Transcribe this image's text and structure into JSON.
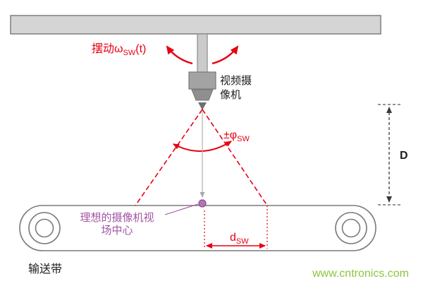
{
  "colors": {
    "accent_red": "#e60013",
    "purple": "#a355a3",
    "watermark_green": "#8cc63e",
    "beam_gray": "#d5d5d5",
    "camera_gray": "#9a9a9a",
    "outline_gray": "#7a7a7a"
  },
  "labels": {
    "swing": {
      "main": "摆动ω",
      "sub": "SW",
      "suffix": "(t)"
    },
    "camera": {
      "line1": "视频摄",
      "line2": "像机"
    },
    "fov_angle": {
      "main": "±φ",
      "sub": "SW"
    },
    "working_distance": "D",
    "ideal_center": {
      "line1": "理想的摄像机视",
      "line2": "场中心"
    },
    "scan_width": {
      "main": "d",
      "sub": "SW"
    },
    "conveyor": "输送带",
    "watermark": "www.cntronics.com"
  }
}
